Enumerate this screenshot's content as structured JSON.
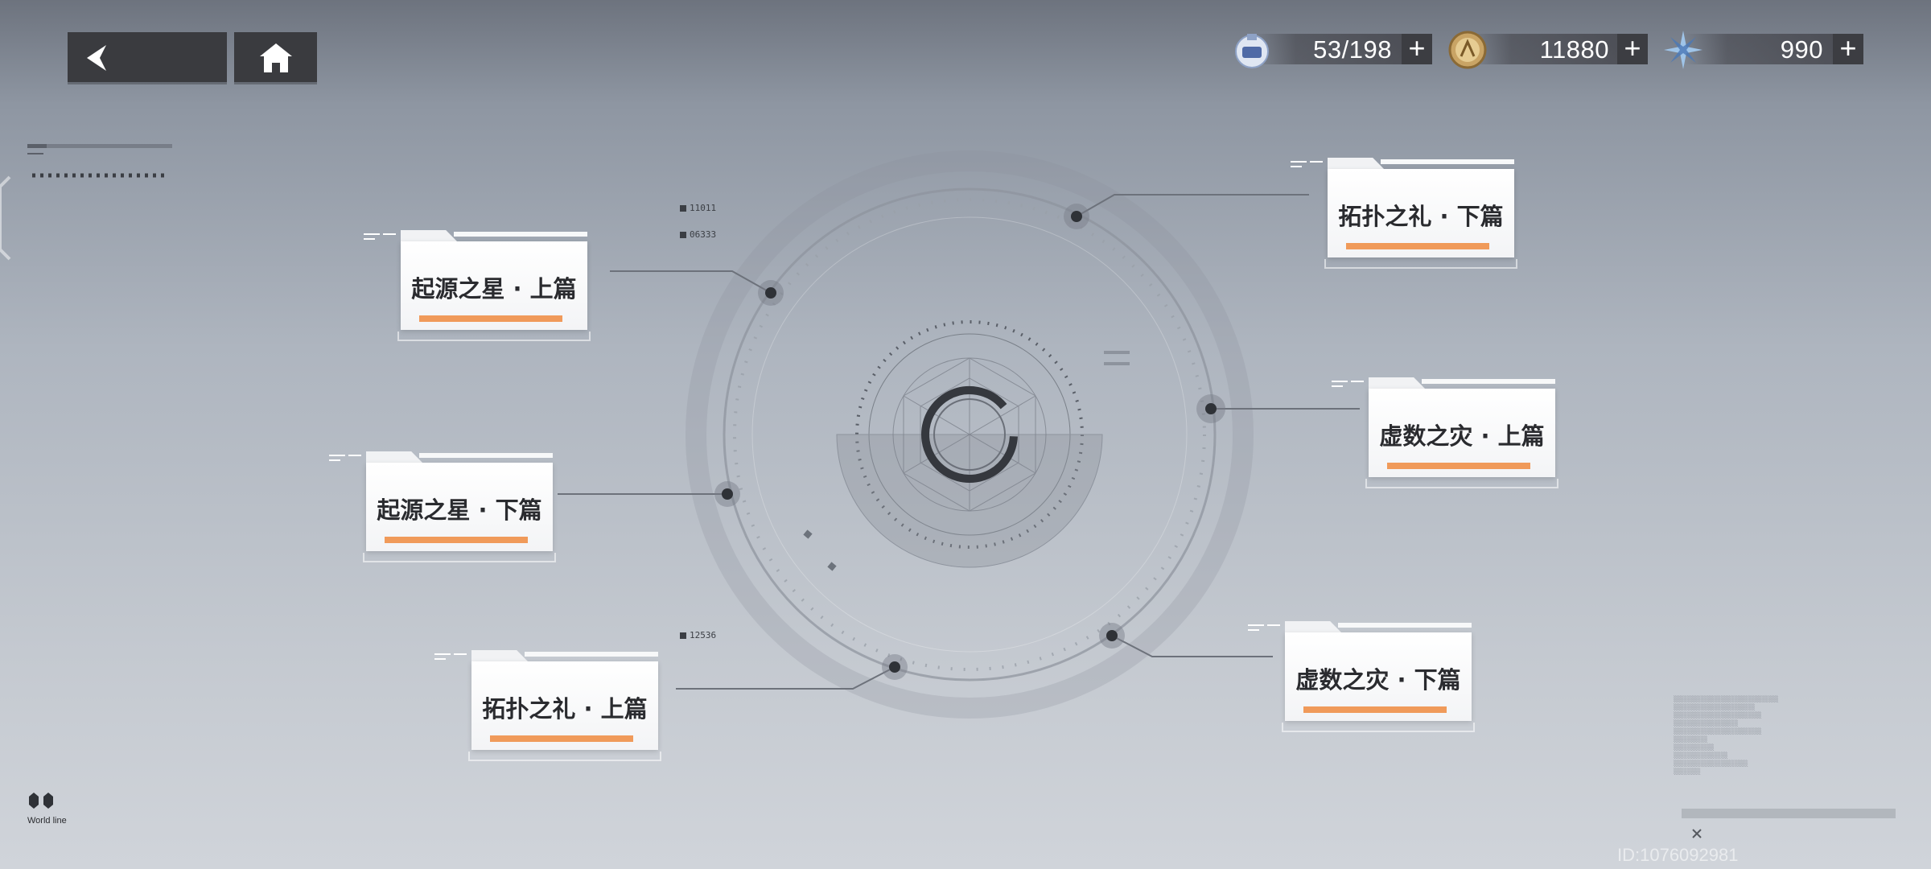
{
  "nav": {
    "back_icon": "back-arrow-icon",
    "home_icon": "home-icon"
  },
  "resources": [
    {
      "icon": "stamina-icon",
      "value": "53/198",
      "plus": "+"
    },
    {
      "icon": "coin-icon",
      "value": "11880",
      "plus": "+"
    },
    {
      "icon": "crystal-icon",
      "value": "990",
      "plus": "+"
    }
  ],
  "chapters": [
    {
      "label": "起源之星 · 上篇"
    },
    {
      "label": "起源之星 · 下篇"
    },
    {
      "label": "拓扑之礼 · 上篇"
    },
    {
      "label": "拓扑之礼 · 下篇"
    },
    {
      "label": "虚数之灾 · 上篇"
    },
    {
      "label": "虚数之灾 · 下篇"
    }
  ],
  "codes": {
    "c1": "11011",
    "c2": "06333",
    "c3": "12536"
  },
  "world_line": {
    "label": "World line"
  },
  "uid": "ID:1076092981",
  "colors": {
    "accent": "#f09a5a",
    "panel": "#ffffff",
    "button": "#3a3b3f"
  }
}
